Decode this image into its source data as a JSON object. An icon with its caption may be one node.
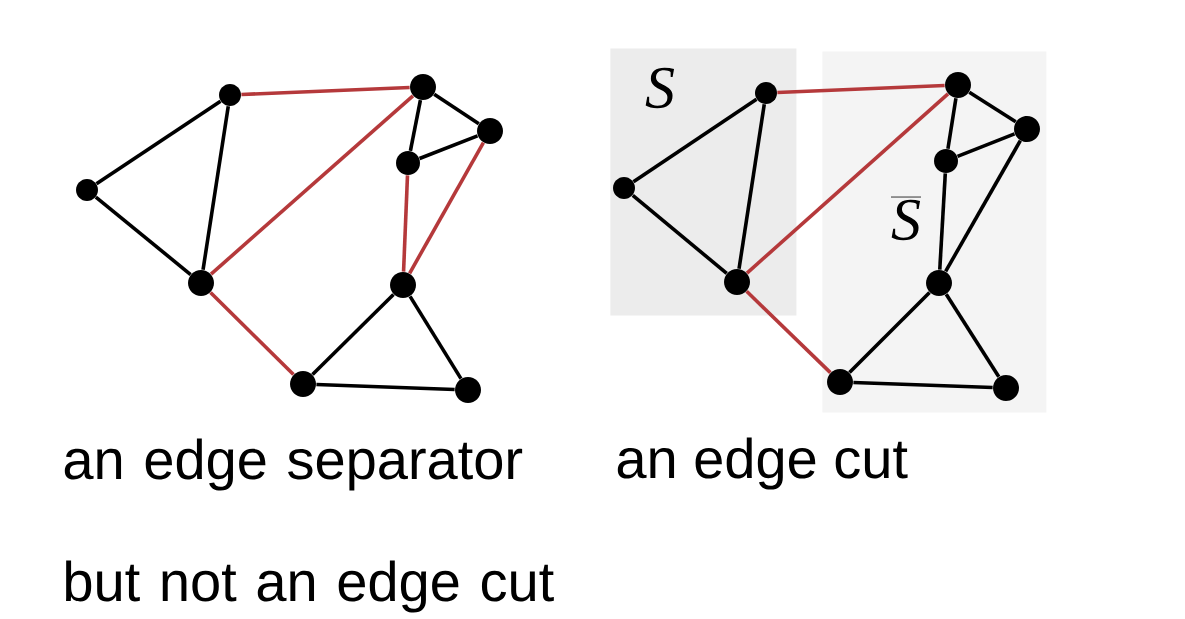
{
  "diagram": {
    "nodes": [
      {
        "text": [],
        "shape": "circle"
      },
      {
        "text": [],
        "shape": "circle"
      },
      {
        "text": [],
        "shape": "circle"
      },
      {
        "text": [],
        "shape": "circle"
      },
      {
        "text": [],
        "shape": "circle"
      },
      {
        "text": [],
        "shape": "circle"
      },
      {
        "text": [],
        "shape": "circle"
      },
      {
        "text": [],
        "shape": "circle"
      },
      {
        "text": [],
        "shape": "circle"
      },
      {
        "text": [
          "S"
        ]
      },
      {
        "text": [
          "\\overline{S}"
        ]
      },
      {
        "text": [],
        "shape": "circle",
        "in": 9
      },
      {
        "text": [],
        "shape": "circle",
        "in": 9
      },
      {
        "text": [],
        "shape": "circle",
        "in": 9
      },
      {
        "text": [],
        "shape": "circle",
        "in": 10
      },
      {
        "text": [],
        "shape": "circle",
        "in": 10
      },
      {
        "text": [],
        "shape": "circle",
        "in": 10
      },
      {
        "text": [],
        "shape": "circle",
        "in": 10
      },
      {
        "text": [],
        "shape": "circle",
        "in": 10
      },
      {
        "text": [],
        "shape": "circle",
        "in": 10
      }
    ],
    "edges": [
      {
        "from": 2,
        "to": 0,
        "arrow": "none"
      },
      {
        "from": 0,
        "to": 1,
        "arrow": "none"
      },
      {
        "from": 2,
        "to": 1,
        "arrow": "none"
      },
      {
        "from": 2,
        "to": 6,
        "arrow": "none",
        "color": "#b5393b"
      },
      {
        "from": 1,
        "to": 6,
        "arrow": "none",
        "color": "#b5393b"
      },
      {
        "from": 1,
        "to": 3,
        "arrow": "none",
        "color": "#b5393b"
      },
      {
        "from": 6,
        "to": 8,
        "arrow": "none"
      },
      {
        "from": 6,
        "to": 5,
        "arrow": "none"
      },
      {
        "from": 5,
        "to": 8,
        "arrow": "none"
      },
      {
        "from": 5,
        "to": 4,
        "arrow": "none",
        "color": "#b5393b"
      },
      {
        "from": 8,
        "to": 4,
        "arrow": "none",
        "color": "#b5393b"
      },
      {
        "from": 4,
        "to": 3,
        "arrow": "none"
      },
      {
        "from": 4,
        "to": 7,
        "arrow": "none"
      },
      {
        "from": 3,
        "to": 7,
        "arrow": "none"
      },
      {
        "from": 13,
        "to": 11,
        "arrow": "none"
      },
      {
        "from": 11,
        "to": 12,
        "arrow": "none"
      },
      {
        "from": 13,
        "to": 12,
        "arrow": "none"
      },
      {
        "from": 13,
        "to": 17,
        "arrow": "none",
        "color": "#b5393b"
      },
      {
        "from": 12,
        "to": 17,
        "arrow": "none",
        "color": "#b5393b"
      },
      {
        "from": 12,
        "to": 14,
        "arrow": "none",
        "color": "#b5393b"
      },
      {
        "from": 17,
        "to": 19,
        "arrow": "none"
      },
      {
        "from": 17,
        "to": 16,
        "arrow": "none"
      },
      {
        "from": 16,
        "to": 19,
        "arrow": "none"
      },
      {
        "from": 16,
        "to": 15,
        "arrow": "none"
      },
      {
        "from": 19,
        "to": 15,
        "arrow": "none"
      },
      {
        "from": 15,
        "to": 14,
        "arrow": "none"
      },
      {
        "from": 15,
        "to": 18,
        "arrow": "none"
      },
      {
        "from": 14,
        "to": 18,
        "arrow": "none"
      }
    ],
    "labels": [
      "an edge separator but not an edge cut",
      "an edge cut"
    ]
  }
}
